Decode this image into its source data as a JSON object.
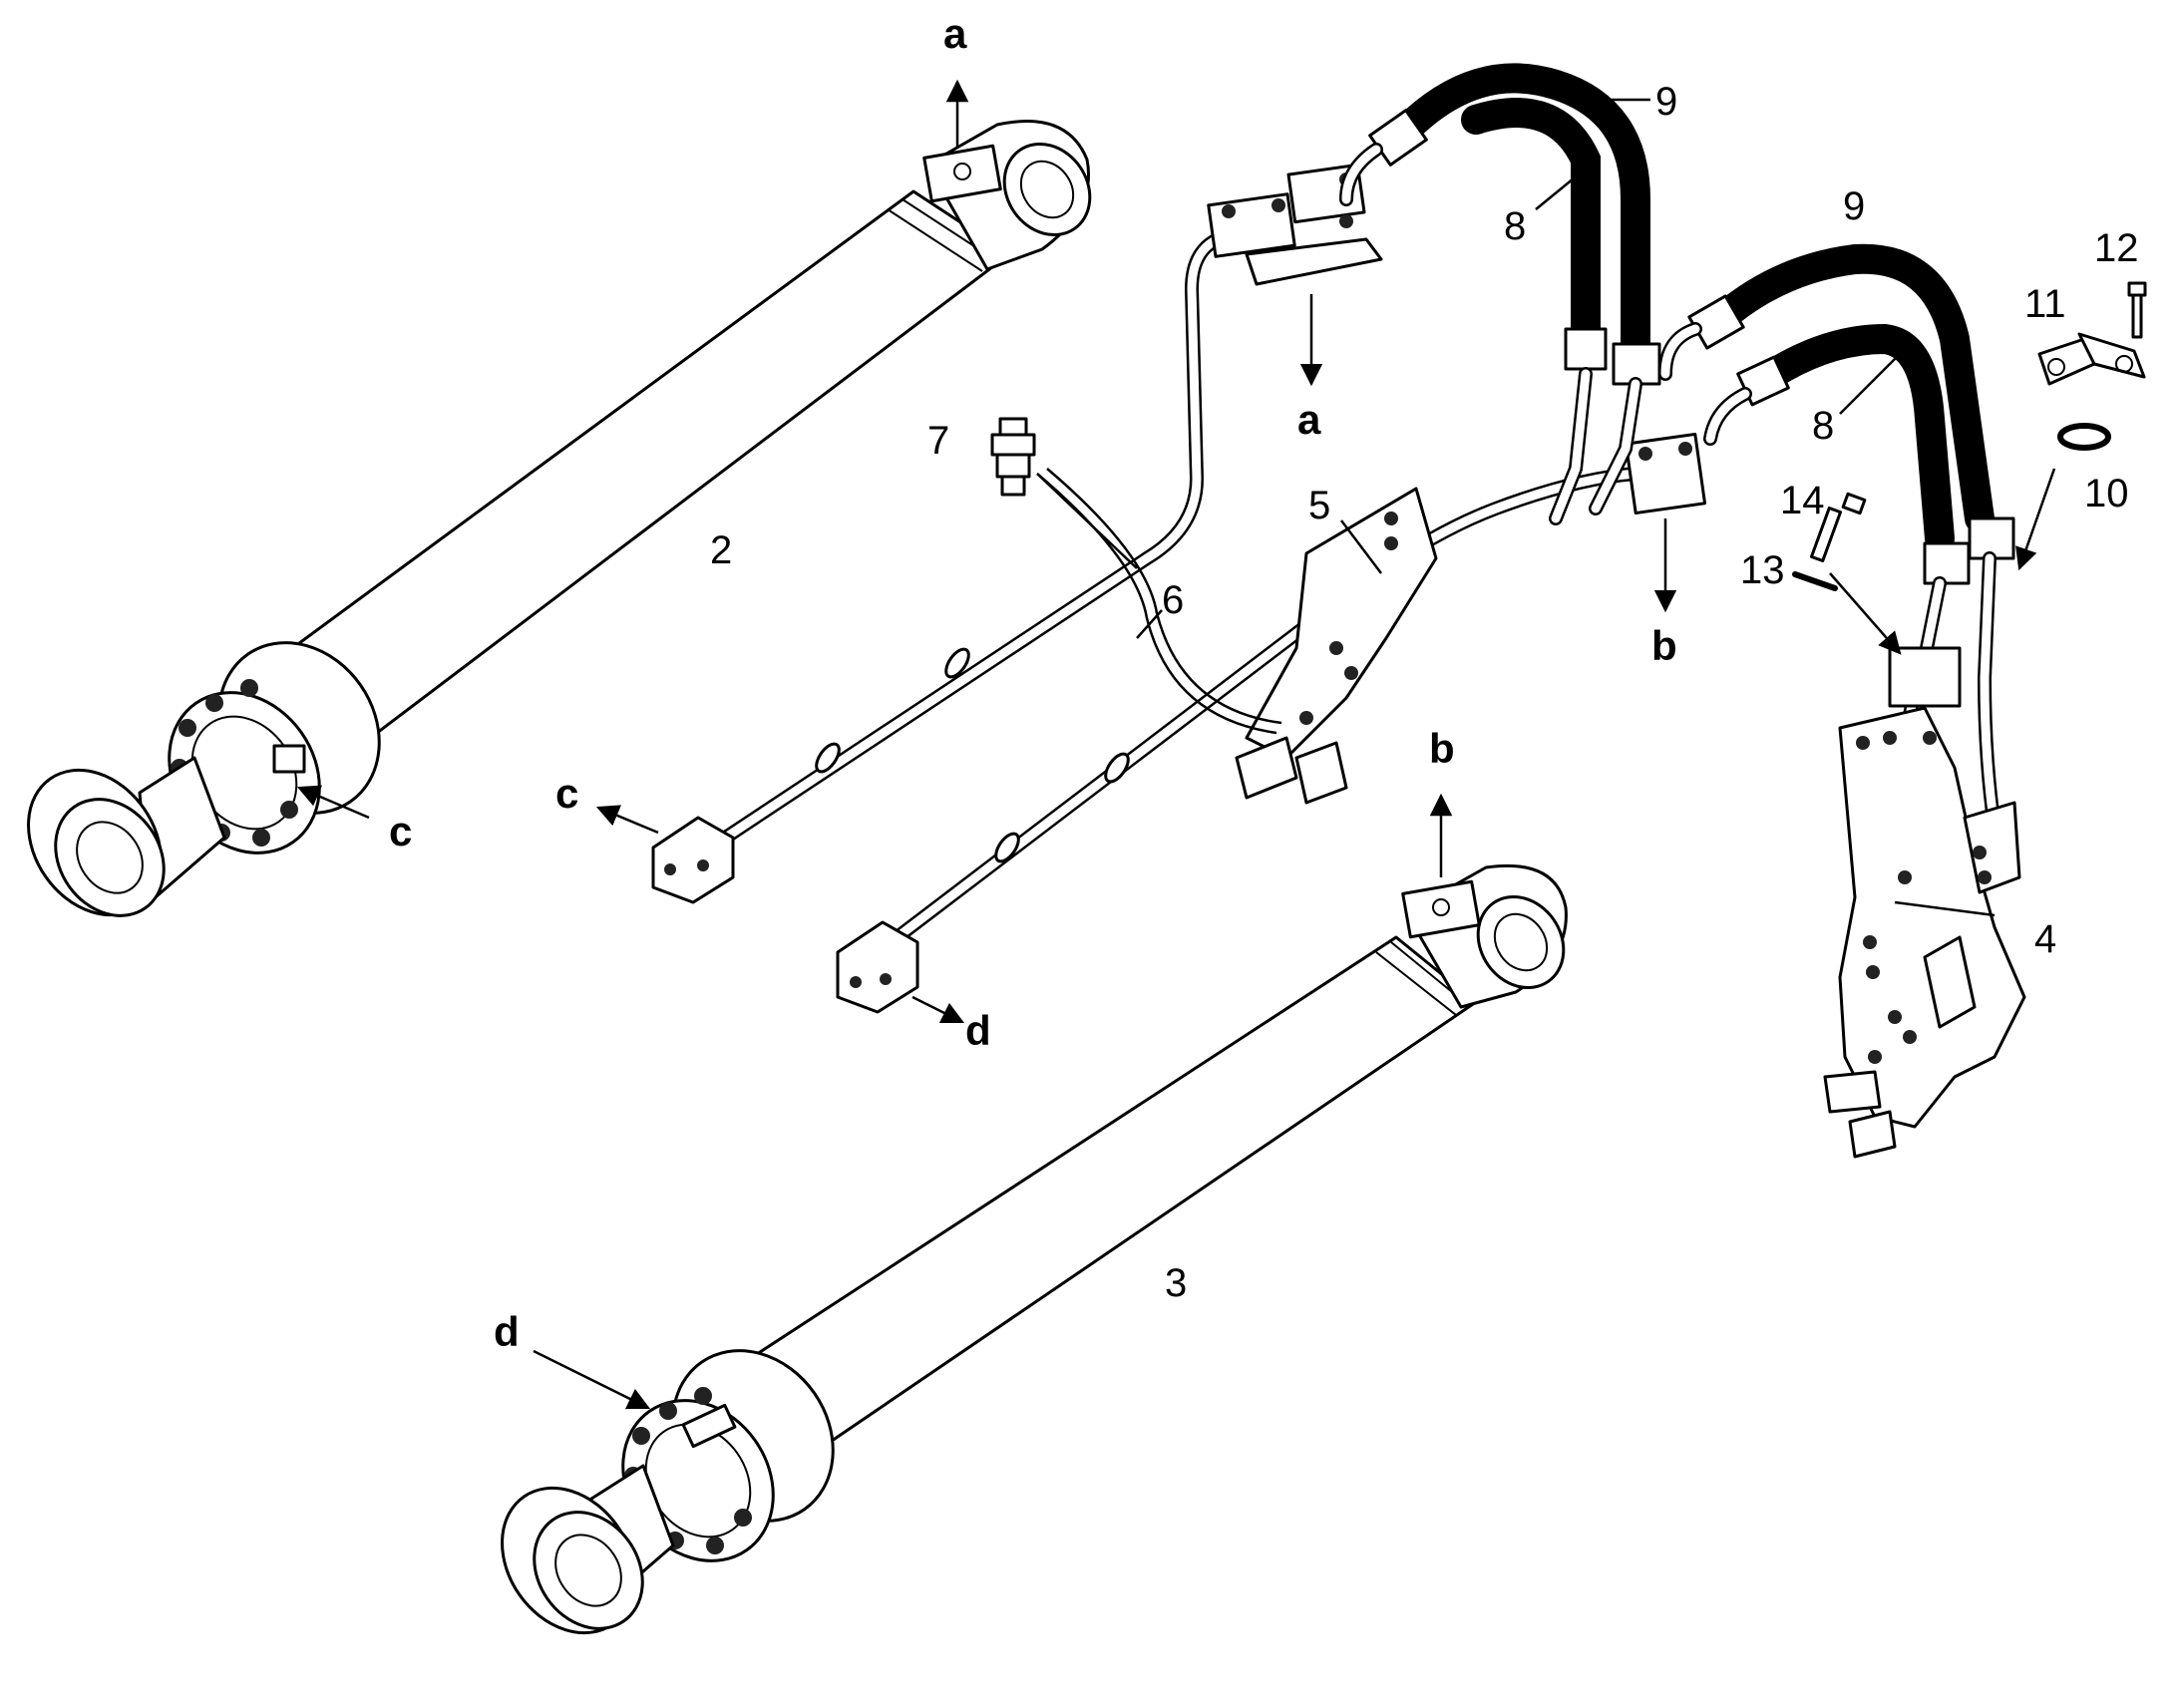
{
  "part_labels": {
    "cyl_2": "2",
    "cyl_3": "3",
    "item_4": "4",
    "item_5": "5",
    "item_6": "6",
    "item_7": "7",
    "item_8_top": "8",
    "item_8_right": "8",
    "item_9_top": "9",
    "item_9_right": "9",
    "item_10": "10",
    "item_11": "11",
    "item_12": "12",
    "item_13": "13",
    "item_14": "14"
  },
  "connection_labels": {
    "a_top": "a",
    "a_mid": "a",
    "b_pipe": "b",
    "b_cyl": "b",
    "c_cyl": "c",
    "c_pipe": "c",
    "d_pipe": "d",
    "d_cyl": "d"
  }
}
